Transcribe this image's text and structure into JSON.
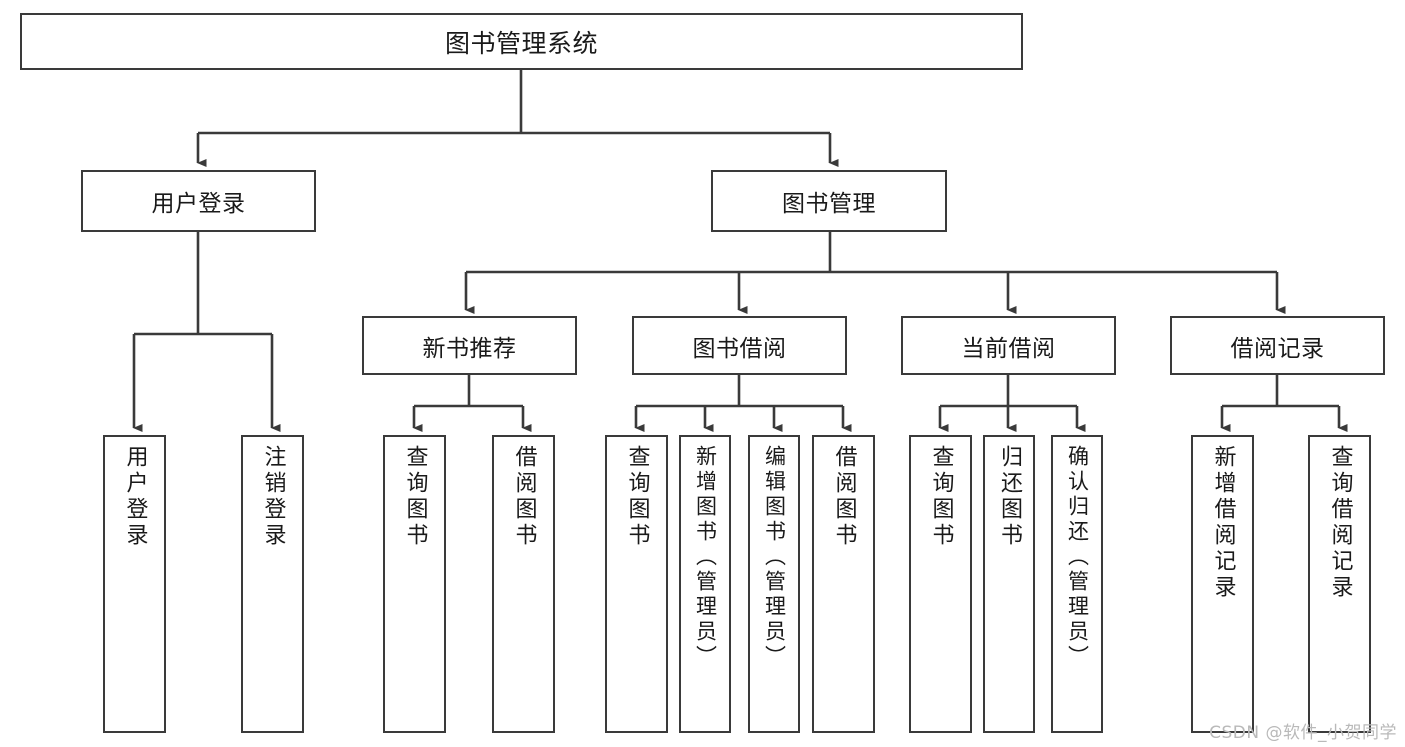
{
  "diagram": {
    "title": "图书管理系统",
    "root": {
      "label": "图书管理系统"
    },
    "level1": [
      {
        "label": "用户登录"
      },
      {
        "label": "图书管理"
      }
    ],
    "level2": [
      {
        "label": "新书推荐"
      },
      {
        "label": "图书借阅"
      },
      {
        "label": "当前借阅"
      },
      {
        "label": "借阅记录"
      }
    ],
    "leaves": {
      "user_login": [
        {
          "label": "用户登录"
        },
        {
          "label": "注销登录"
        }
      ],
      "new_book": [
        {
          "label": "查询图书"
        },
        {
          "label": "借阅图书"
        }
      ],
      "borrow_book": [
        {
          "label": "查询图书"
        },
        {
          "label": "新增图书（管理员）"
        },
        {
          "label": "编辑图书（管理员）"
        },
        {
          "label": "借阅图书"
        }
      ],
      "current_borrow": [
        {
          "label": "查询图书"
        },
        {
          "label": "归还图书"
        },
        {
          "label": "确认归还（管理员）"
        }
      ],
      "borrow_record": [
        {
          "label": "新增借阅记录"
        },
        {
          "label": "查询借阅记录"
        }
      ]
    }
  },
  "watermark": {
    "text": "CSDN @软件_小贺同学"
  },
  "colors": {
    "stroke": "#3a3a3a",
    "background": "#ffffff",
    "text": "#1a1a1a",
    "watermark": "#b9b9b9"
  }
}
